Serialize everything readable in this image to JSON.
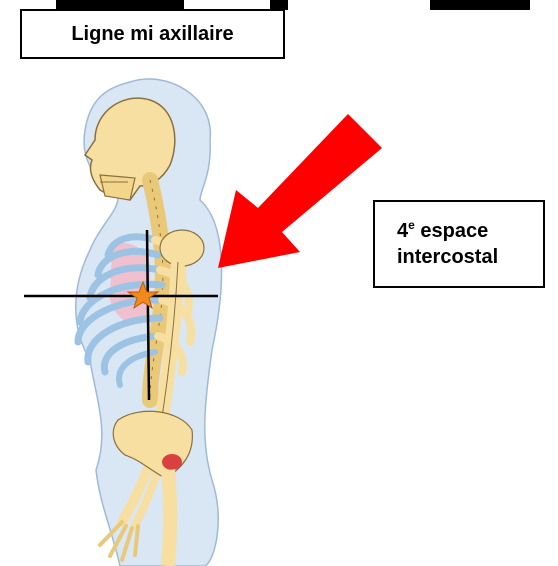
{
  "title_label": "Ligne mi axillaire",
  "intercostal_label": {
    "number": "4",
    "superscript": "e",
    "line1_rest": " espace",
    "line2": "intercostal"
  },
  "colors": {
    "arrow": "#ff0000",
    "bone": "#f6dfa0",
    "body_silhouette": "#c9dcef",
    "rib_cartilage": "#9cc3e4",
    "lung": "#f3b8c8",
    "marker_star": "#f08a1c",
    "lines": "#000000"
  },
  "icons": {
    "arrow": "red-arrow-icon",
    "marker": "star-marker-icon"
  }
}
